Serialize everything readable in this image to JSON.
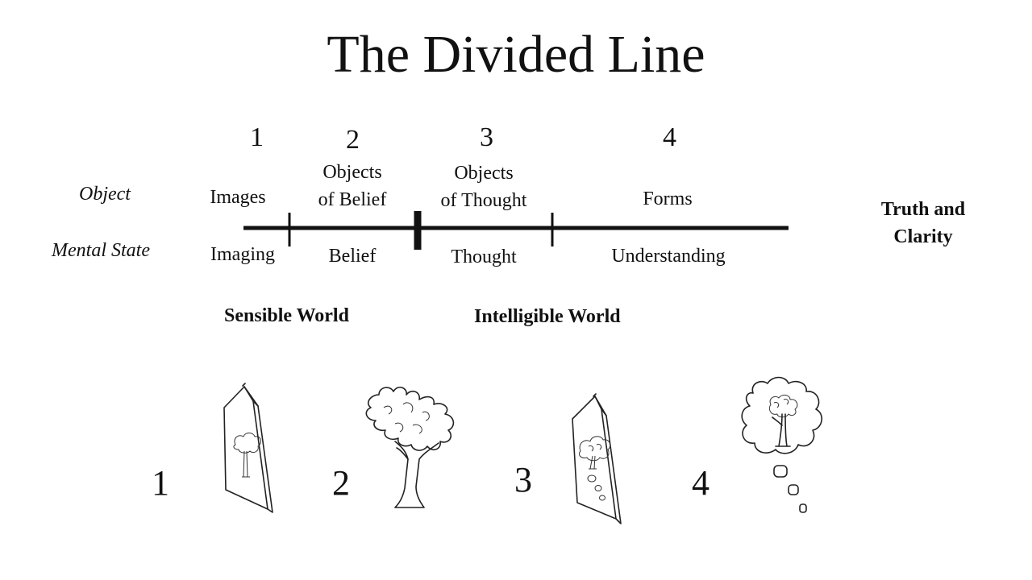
{
  "title": "The Divided Line",
  "row_labels": {
    "object": "Object",
    "mental_state": "Mental State"
  },
  "segments": [
    {
      "number": "1",
      "object": [
        "Images"
      ],
      "mental_state": "Imaging"
    },
    {
      "number": "2",
      "object": [
        "Objects",
        "of Belief"
      ],
      "mental_state": "Belief"
    },
    {
      "number": "3",
      "object": [
        "Objects",
        "of Thought"
      ],
      "mental_state": "Thought"
    },
    {
      "number": "4",
      "object": [
        "Forms"
      ],
      "mental_state": "Understanding"
    }
  ],
  "truth_label": [
    "Truth and",
    "Clarity"
  ],
  "worlds": {
    "sensible": "Sensible World",
    "intelligible": "Intelligible World"
  },
  "illustrations": [
    {
      "number": "1",
      "icon": "tree-reflection-panel-icon"
    },
    {
      "number": "2",
      "icon": "tree-icon"
    },
    {
      "number": "3",
      "icon": "tree-reflection-thought-panel-icon"
    },
    {
      "number": "4",
      "icon": "tree-thought-bubble-icon"
    }
  ]
}
